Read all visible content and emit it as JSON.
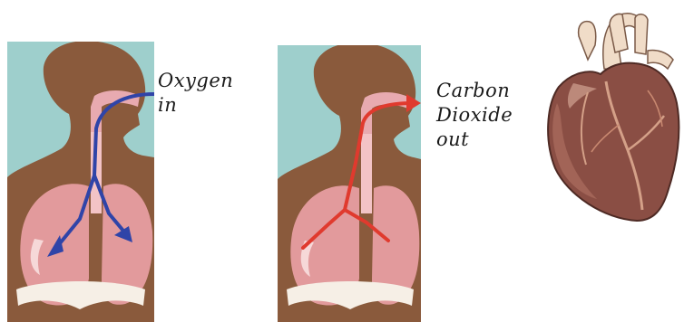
{
  "colors": {
    "background_panel": "#9ecfcc",
    "skin": "#8a5a3c",
    "airway": "#e8aab0",
    "lung": "#e29a9c",
    "diaphragm": "#f6efe6",
    "oxygen_arrow": "#2f44a8",
    "carbon_dioxide_arrow": "#e03a2e",
    "heart": "#8a4e44",
    "heart_vessels": "#f0dcc8"
  },
  "inhale_panel": {
    "label_lines": [
      "Oxygen",
      "in"
    ],
    "arrow_icon": "blue-arrow-icon"
  },
  "exhale_panel": {
    "label_lines": [
      "Carbon",
      "Dioxide",
      "out"
    ],
    "arrow_icon": "red-arrow-icon"
  },
  "heart_panel": {
    "icon": "heart-icon"
  }
}
